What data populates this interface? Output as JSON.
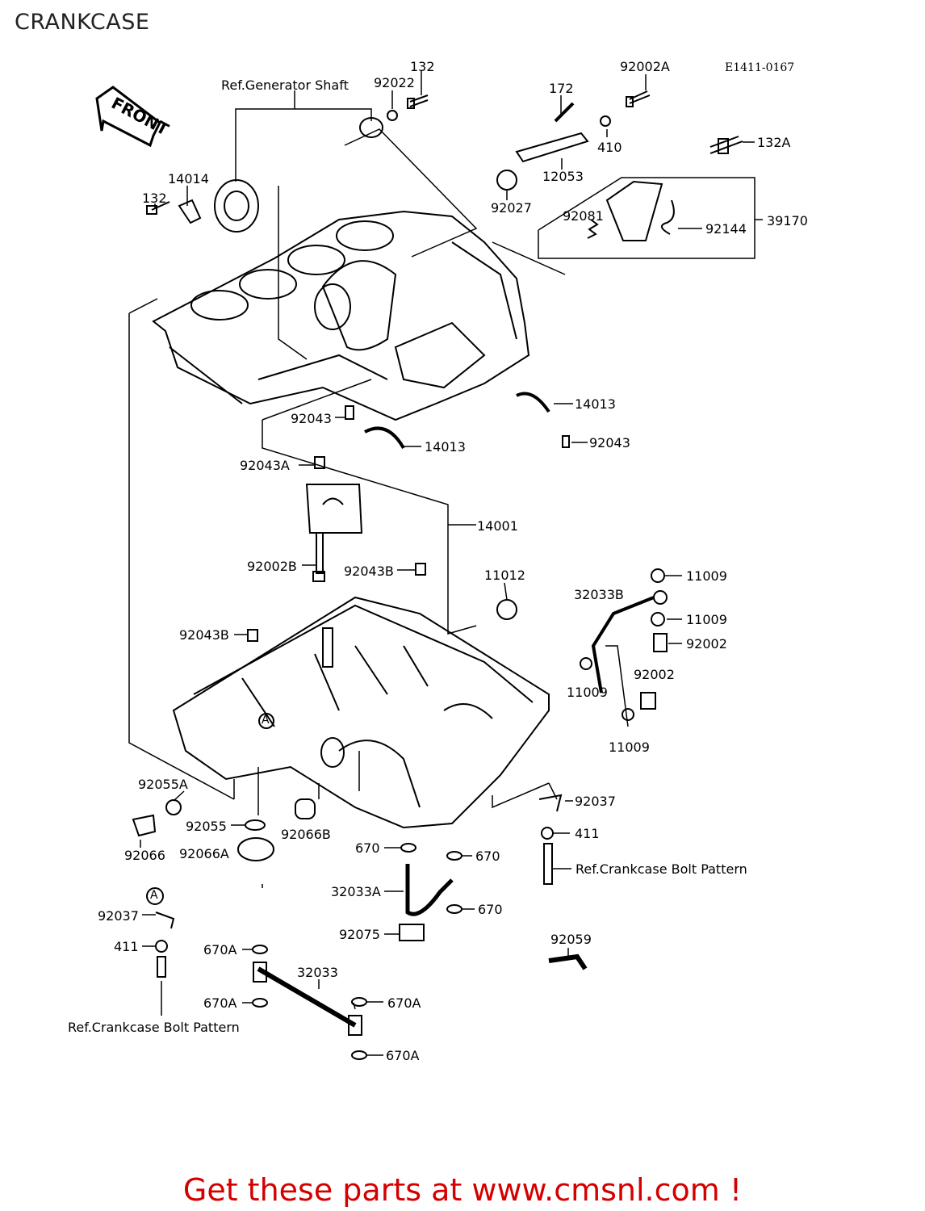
{
  "page": {
    "title": "CRANKCASE",
    "footer": "Get these parts at www.cmsnl.com !"
  },
  "diagram": {
    "code": "E1411-0167",
    "front_label": "FRONT",
    "circle_marker": "A",
    "labels": {
      "ref_generator_shaft": "Ref.Generator Shaft",
      "p92022": "92022",
      "p132_top": "132",
      "p172": "172",
      "p92002A": "92002A",
      "p14014": "14014",
      "p132_left": "132",
      "p410": "410",
      "p132A": "132A",
      "p12053": "12053",
      "p92027": "92027",
      "p92081": "92081",
      "p92144": "92144",
      "p39170": "39170",
      "p14013_right": "14013",
      "p92043_left": "92043",
      "p14013_center": "14013",
      "p92043_right": "92043",
      "p92043A": "92043A",
      "p14001": "14001",
      "p92002B": "92002B",
      "p92043B_center": "92043B",
      "p11012": "11012",
      "p32033B": "32033B",
      "p11009_a": "11009",
      "p11009_b": "11009",
      "p92002_a": "92002",
      "p92043B_left": "92043B",
      "p92002_b": "92002",
      "p11009_c": "11009",
      "p11009_d": "11009",
      "p92055A": "92055A",
      "p92037_right": "92037",
      "p92055": "92055",
      "p92066B": "92066B",
      "p411_right": "411",
      "p92066": "92066",
      "p92066A": "92066A",
      "p670_a": "670",
      "p670_b": "670",
      "ref_crankcase_bolt_right": "Ref.Crankcase Bolt Pattern",
      "p32033A": "32033A",
      "p670_c": "670",
      "p92037_left": "92037",
      "p92075": "92075",
      "p92059": "92059",
      "p411_left": "411",
      "p670A_a": "670A",
      "p32033": "32033",
      "p670A_b": "670A",
      "p670A_c": "670A",
      "p670A_d": "670A",
      "ref_crankcase_bolt_left": "Ref.Crankcase Bolt Pattern"
    }
  }
}
